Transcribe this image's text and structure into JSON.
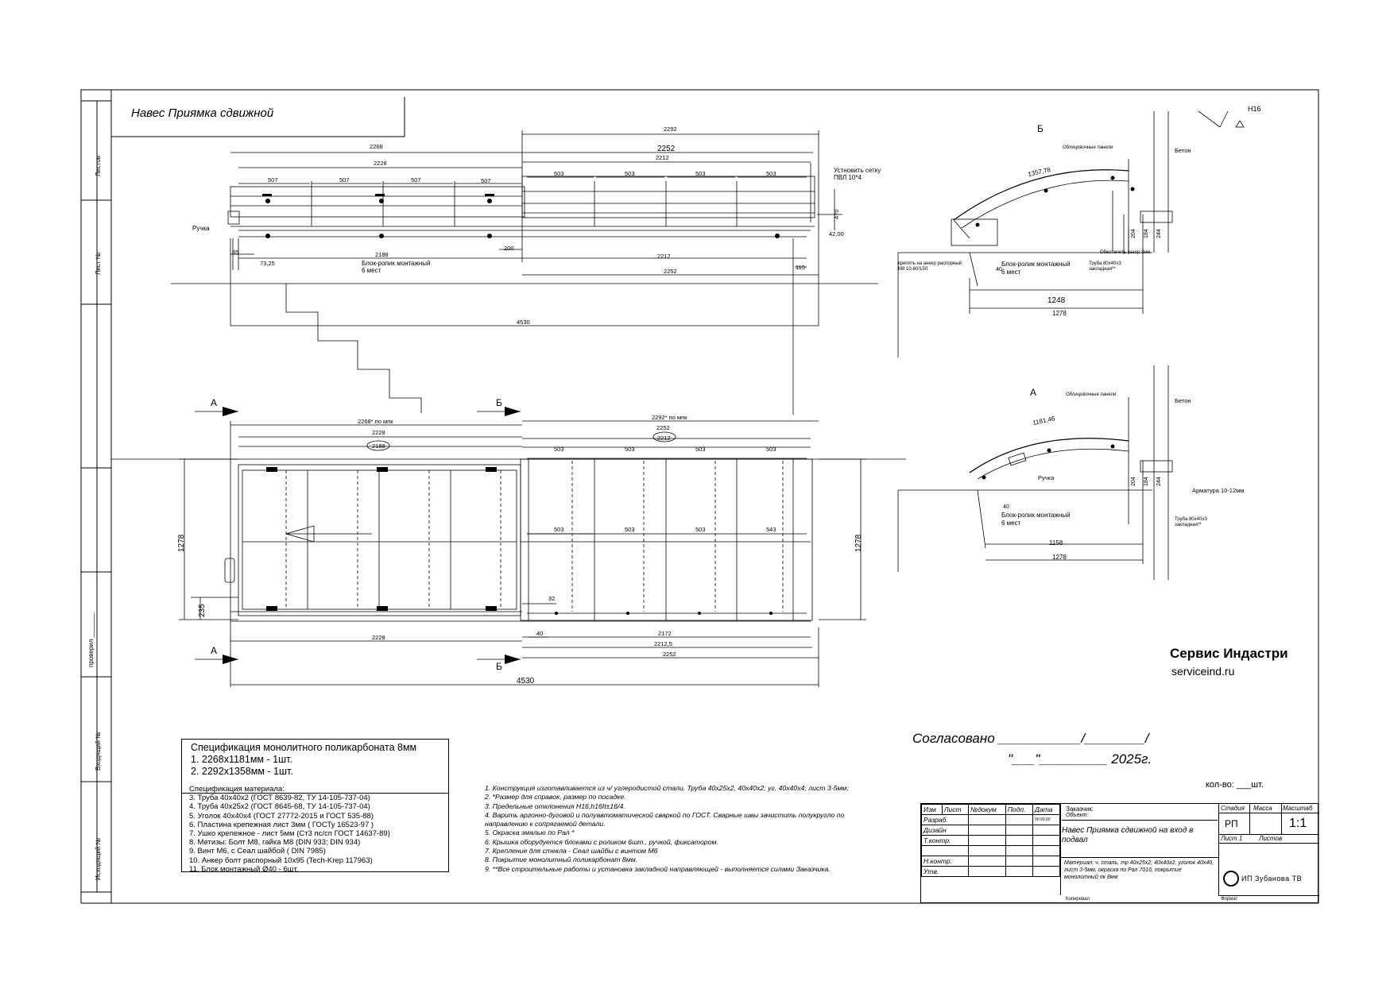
{
  "title": "Навес Приямка  сдвижной",
  "side_labels": {
    "sheets": "Листов",
    "sheet_no": "Лист №",
    "checked": "проверил _______",
    "incoming_no": "Входящий №",
    "source_no": "Исходящий №"
  },
  "top_view": {
    "dims": [
      "2292",
      "2268",
      "2252",
      "2228",
      "2212",
      "507",
      "507",
      "507",
      "507",
      "503",
      "503",
      "503",
      "503",
      "470",
      "42,00",
      "2188",
      "2212",
      "2252",
      "200",
      "85",
      "73,25",
      "115",
      "4530"
    ],
    "handle_label": "Ручка",
    "mesh_note": "Устновить сетку ПВЛ 10*4",
    "roller_note": "Блок-ролик  монтажный\n6 мест"
  },
  "plan_view": {
    "dims": [
      "2268* по мпк",
      "2292* по мпк",
      "2228",
      "2252",
      "2188",
      "2212",
      "503",
      "503",
      "503",
      "503",
      "503",
      "503",
      "503",
      "543",
      "1278",
      "1278",
      "235",
      "32",
      "40",
      "2228",
      "2172",
      "2212,5",
      "2252",
      "4530"
    ],
    "section_a": "А",
    "section_b": "Б"
  },
  "section_b": {
    "label": "Б",
    "facing_panel": "Облицовочные панели",
    "concrete": "Бетон",
    "arc": "1357,78",
    "dims": [
      "204",
      "184",
      "244",
      "40",
      "1248",
      "1278"
    ],
    "notes": [
      "Обеспечить зазор 3мм",
      "Блок-ролик  монтажный\n6 мест",
      "Труба 80х40х3\nзакладная**",
      "крепить на анкер распорный\nМ8 10-60/150"
    ]
  },
  "section_a": {
    "label": "А",
    "facing_panel": "Облицовочные панели",
    "concrete": "Бетон",
    "arc": "1181,46",
    "handle": "Ручка",
    "rebar": "Арматура 10-12мм",
    "dims": [
      "204",
      "184",
      "244",
      "40",
      "1158",
      "1278"
    ],
    "notes": [
      "Блок-ролик  монтажный\n6 мест",
      "Труба 80х40х3\nзакладная**"
    ]
  },
  "h16": "Н16",
  "spec_poly": {
    "title": "Спецификация монолитного поликарбоната 8мм",
    "items": [
      "1. 2268х1181мм - 1шт.",
      "2. 2292х1358мм - 1шт."
    ]
  },
  "spec_material": {
    "title": "Спецификация материала:",
    "items": [
      "3. Труба 40х40х2  (ГОСТ 8639-82, ТУ 14-105-737-04)",
      "4. Труба 40х25х2  (ГОСТ 8645-68, ТУ 14-105-737-04)",
      "5. Уголок 40х40х4  (ГОСТ 27772-2015 и ГОСТ 535-88)",
      "6. Пластина крепежная лист 3мм ( ГОСТу 16523-97 )",
      "7. Ушко крепежное - лист 5мм (Ст3 пс/сп ГОСТ 14637-89)",
      "8. Метизы: Болт М8, гайка М8 (DIN 933; DIN 934)",
      "9. Винт М6, с Сеал шайбой  ( DIN 7985)",
      "10. Анкер болт распорный 10х95 (Tech-Krep 117963)",
      "11. Блок монтажный Ø40 - 6шт."
    ]
  },
  "notes": [
    "1. Конструкция изготавливается из ч/ углеродистой стали. Труба 40х25х2, 40х40х2; уг. 40х40х4; лист 3-5мм;",
    "2. *Размер для справок, размер по посадке.",
    "3. Предельные отклонения Н16,h16It±16/4.",
    "4. Варить аргонно-дуговой и полуавтоматической сваркой по ГОСТ. Сварные швы зачистить полукругло по",
    "направлению к сопрягаемой детали.",
    "5. Окраска  эмалью по Рал *",
    "6. Крышка оборудуется блоками с роликом 6шт., ручкой, фиксатором.",
    "7. Крепление для стекла - Сеал шайбы с винтом М6",
    "8. Покрытие монолитный поликарбонат 8мм.",
    "9. **Все строительные работы и установка закладной направляющей - выполняется силами Заказчика."
  ],
  "company": "Сервис Индастри",
  "website": "serviceind.ru",
  "approved_line1": "Согласовано ___________/________/",
  "approved_line2": "\"___\"_________ 2025г.",
  "quantity": "кол-во: ___шт.",
  "stamp": {
    "headers": [
      "Изм",
      "Лист",
      "№докум",
      "Подп.",
      "Дата"
    ],
    "roles": [
      "Разраб.",
      "Дизайн",
      "Т.контр.",
      "",
      "Н.контр.",
      "Утв."
    ],
    "date_value": "00.00.00",
    "customer_label": "Заказчик:",
    "object_label": "Объект:",
    "doc_title": "Навес Приямка  сдвижной на вход в подвал",
    "stage_h": "Стадия",
    "mass_h": "Масса",
    "scale_h": "Масштаб",
    "stage": "РП",
    "scale": "1:1",
    "sheet": "Лист  1",
    "sheets": "Листов",
    "material": "Материал: ч. сталь,  тр 40х25х2; 40х40х2, уголок 40х40, лист 3-5мм, окраска по Рал 7016, покрытие монолитный пк 8мм",
    "firm": "ИП Зубанова ТВ",
    "copied": "Копировал",
    "format": "Формат"
  }
}
